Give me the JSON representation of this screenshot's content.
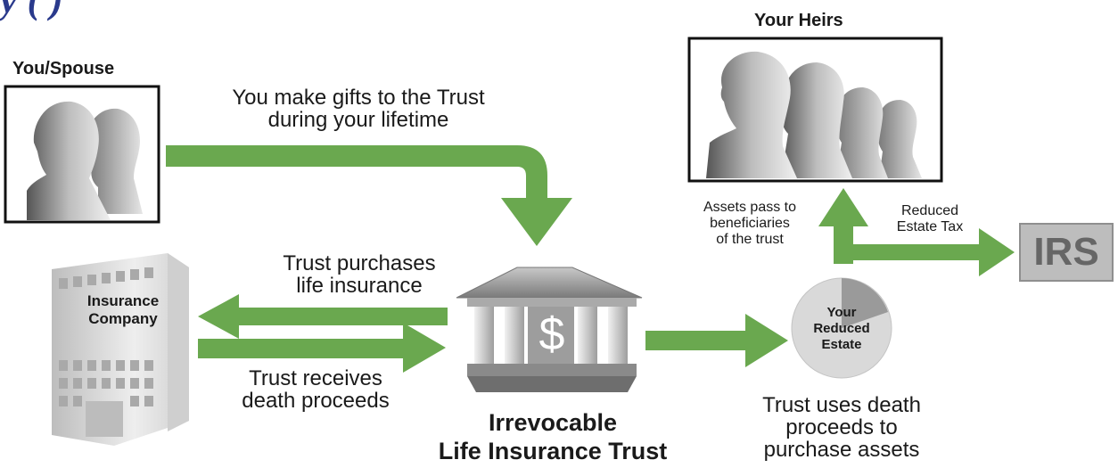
{
  "header": {
    "title_partial": "y                        (      )"
  },
  "labels": {
    "you_spouse": "You/Spouse",
    "your_heirs": "Your Heirs",
    "gifts_line1": "You make gifts to the Trust",
    "gifts_line2": "during your lifetime",
    "purchases_line1": "Trust purchases",
    "purchases_line2": "life insurance",
    "receives_line1": "Trust receives",
    "receives_line2": "death proceeds",
    "insurance_line1": "Insurance",
    "insurance_line2": "Company",
    "ilit_line1": "Irrevocable",
    "ilit_line2": "Life Insurance Trust",
    "dollar": "$",
    "assets_line1": "Assets pass to",
    "assets_line2": "beneficiaries",
    "assets_line3": "of the trust",
    "reduced_tax_line1": "Reduced",
    "reduced_tax_line2": "Estate Tax",
    "irs": "IRS",
    "estate_line1": "Your",
    "estate_line2": "Reduced",
    "estate_line3": "Estate",
    "uses_line1": "Trust uses death",
    "uses_line2": "proceeds to",
    "uses_line3": "purchase assets"
  },
  "colors": {
    "arrow_green": "#6aa84f",
    "frame": "#111111",
    "irs_bg": "#bdbdbd",
    "irs_text": "#666666",
    "title_blue": "#2a3a8c",
    "pie_light": "#d9d9d9",
    "pie_dark": "#9a9a9a"
  },
  "icons": {
    "people": "silhouette-people-icon",
    "building": "office-building-icon",
    "bank": "bank-building-icon"
  }
}
